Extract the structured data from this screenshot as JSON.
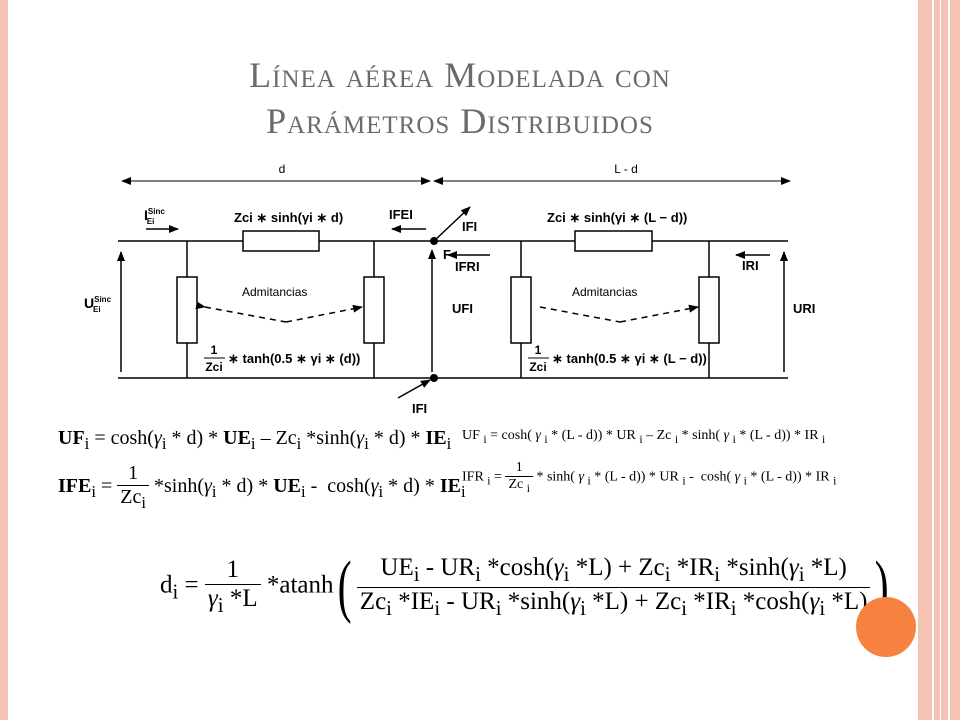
{
  "slide": {
    "title_line1": "Línea aérea Modelada con",
    "title_line2": "Parámetros Distribuidos",
    "accent_color": "#f7813f",
    "frame_color": "#f4c3b3"
  },
  "circuit": {
    "dim_d": "d",
    "dim_ld": "L - d",
    "i_source": "I",
    "i_source_sup": "Sinc",
    "i_source_sub": "Ei",
    "u_source": "U",
    "u_source_sup": "Sinc",
    "u_source_sub": "Ei",
    "impedance_left": "Zci ∗ sinh(γi ∗ d)",
    "impedance_right": "Zci ∗ sinh(γi ∗ (L − d))",
    "admittance_left": "Admitancias",
    "admittance_right": "Admitancias",
    "ife": "IFEI",
    "if_top": "IFI",
    "if_bottom": "IFI",
    "fault_point": "F",
    "ifr": "IFRI",
    "uf": "UFI",
    "ir": "IRI",
    "ur": "URI",
    "tanh_left": "∗ tanh(0.5 ∗ γi ∗ (d))",
    "tanh_right": "∗ tanh(0.5 ∗ γi ∗ (L − d))",
    "frac_num": "1",
    "frac_den": "Zci"
  },
  "equations": {
    "left_1": "UF",
    "left_1_rest": " = cosh(γ",
    "left_2": "IFE",
    "right_1": "UF",
    "right_2": "IFR",
    "big_lhs": "d"
  }
}
